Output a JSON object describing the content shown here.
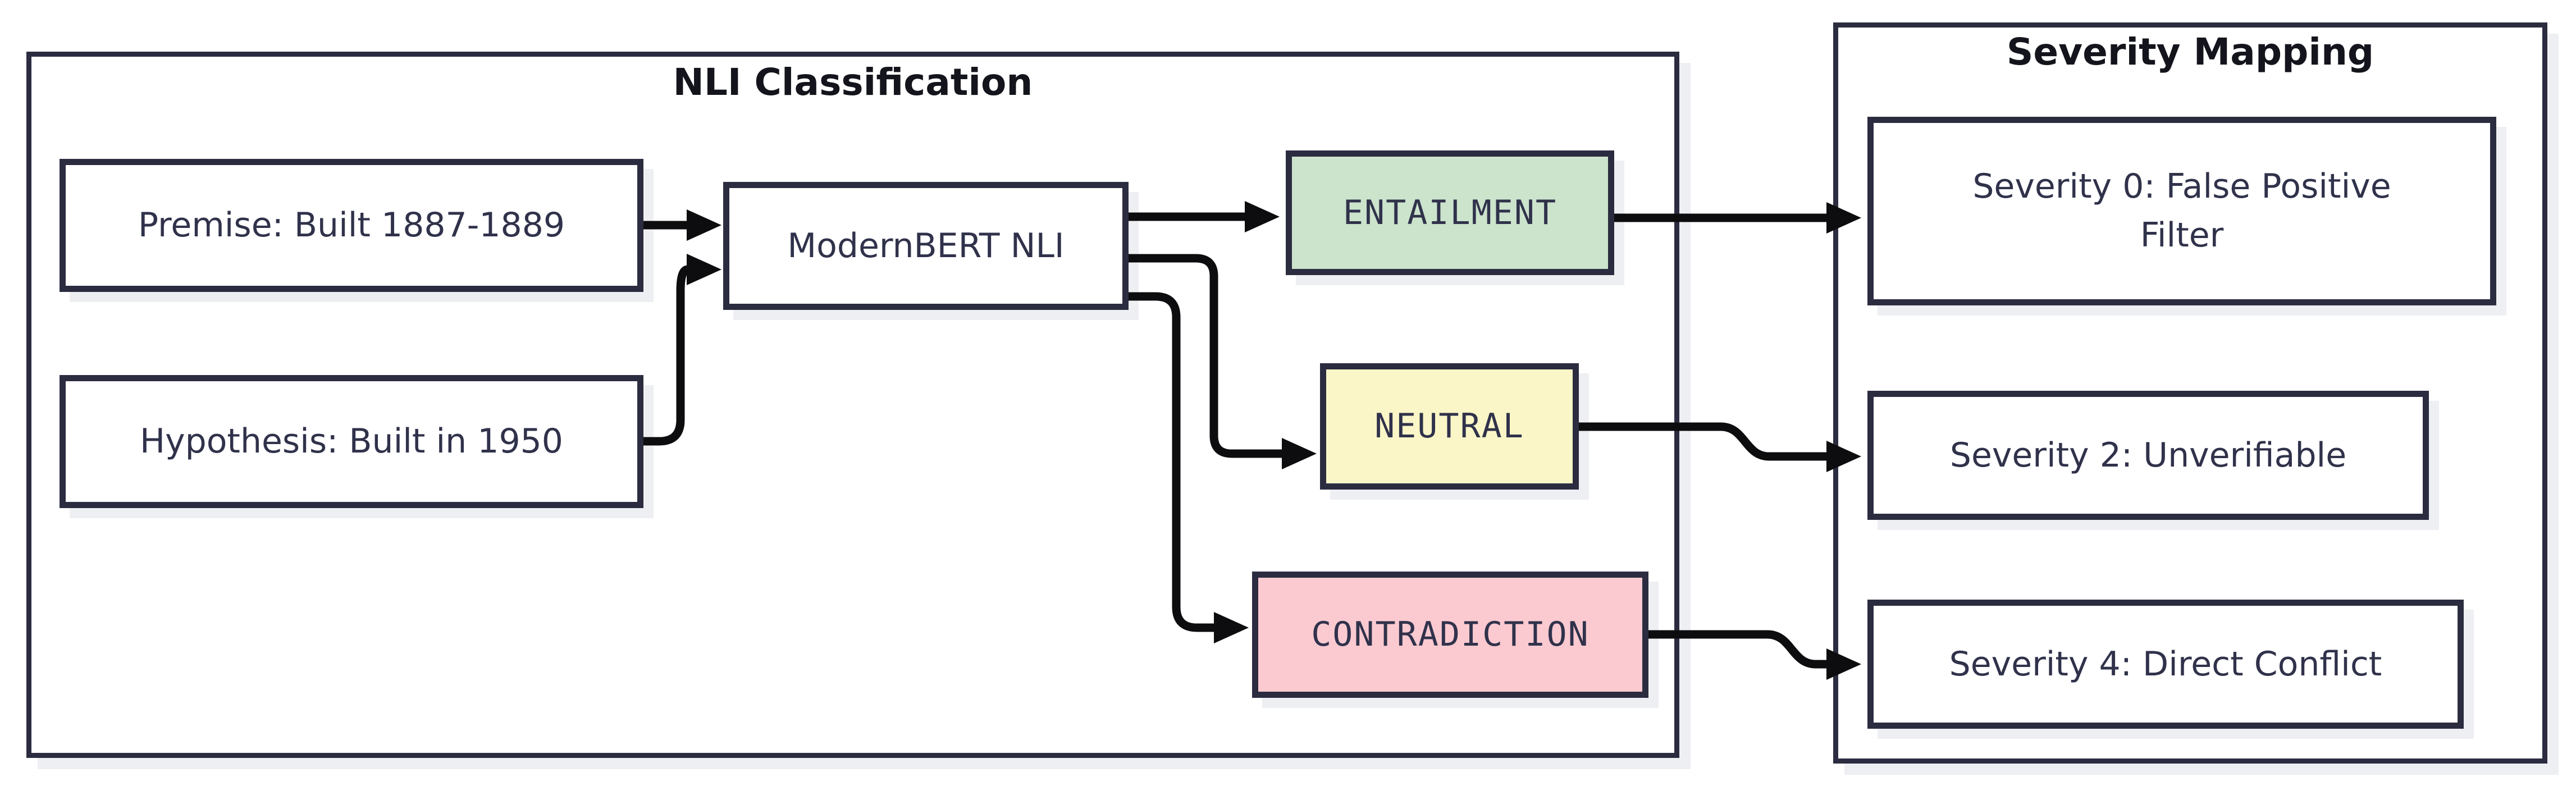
{
  "diagram": {
    "left_container": {
      "title": "NLI Classification"
    },
    "right_container": {
      "title": "Severity Mapping"
    },
    "nodes": {
      "premise": {
        "label": "Premise: Built 1887-1889",
        "fill": "#ffffff"
      },
      "hypothesis": {
        "label": "Hypothesis: Built in 1950",
        "fill": "#ffffff"
      },
      "modernbert": {
        "label": "ModernBERT NLI",
        "fill": "#ffffff"
      },
      "entailment": {
        "label": "ENTAILMENT",
        "fill": "#cce3cc"
      },
      "neutral": {
        "label": "NEUTRAL",
        "fill": "#faf6c8"
      },
      "contradiction": {
        "label": "CONTRADICTION",
        "fill": "#fbcad1"
      },
      "severity0": {
        "label_line1": "Severity 0: False Positive",
        "label_line2": "Filter",
        "fill": "#ffffff"
      },
      "severity2": {
        "label": "Severity 2: Unverifiable",
        "fill": "#ffffff"
      },
      "severity4": {
        "label": "Severity 4: Direct Conflict",
        "fill": "#ffffff"
      }
    },
    "edges": [
      {
        "from": "premise",
        "to": "modernbert"
      },
      {
        "from": "hypothesis",
        "to": "modernbert"
      },
      {
        "from": "modernbert",
        "to": "entailment"
      },
      {
        "from": "modernbert",
        "to": "neutral"
      },
      {
        "from": "modernbert",
        "to": "contradiction"
      },
      {
        "from": "entailment",
        "to": "severity0"
      },
      {
        "from": "neutral",
        "to": "severity2"
      },
      {
        "from": "contradiction",
        "to": "severity4"
      }
    ],
    "colors": {
      "border": "#2b2c40",
      "node_text": "#30324b",
      "title_text": "#14151c",
      "entailment_fill": "#cce3cc",
      "neutral_fill": "#faf6c8",
      "contradiction_fill": "#fbcad1",
      "shadow": "#eeeff2",
      "arrow": "#0d0d0f",
      "background": "#ffffff"
    }
  }
}
